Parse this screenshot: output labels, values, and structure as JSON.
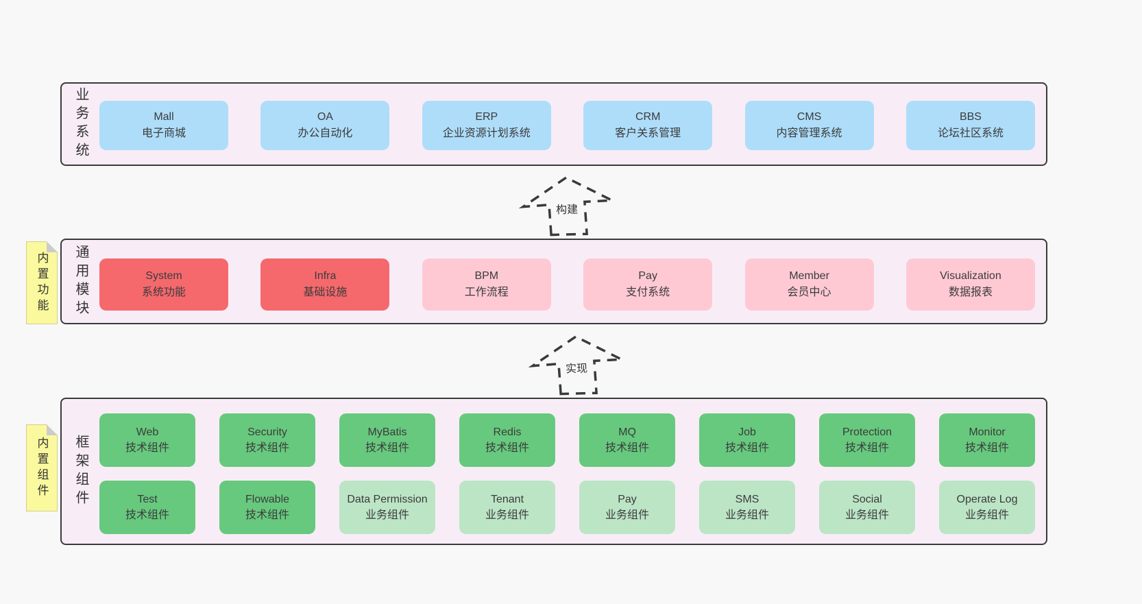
{
  "palette": {
    "page_bg": "#f8f8f8",
    "band_bg": "#f8edf6",
    "band_border": "#3a3a3a",
    "blue": "#aeddfa",
    "red": "#f5696d",
    "pink": "#ffc9d4",
    "green": "#67c97e",
    "light_green": "#bce5c6",
    "sticky_yellow": "#fbf99d",
    "text": "#3b3b3b"
  },
  "bands": [
    {
      "label": "业务系统",
      "boxes": [
        {
          "title": "Mall",
          "subtitle": "电子商城",
          "variant": "blue"
        },
        {
          "title": "OA",
          "subtitle": "办公自动化",
          "variant": "blue"
        },
        {
          "title": "ERP",
          "subtitle": "企业资源计划系统",
          "variant": "blue"
        },
        {
          "title": "CRM",
          "subtitle": "客户关系管理",
          "variant": "blue"
        },
        {
          "title": "CMS",
          "subtitle": "内容管理系统",
          "variant": "blue"
        },
        {
          "title": "BBS",
          "subtitle": "论坛社区系统",
          "variant": "blue"
        }
      ]
    },
    {
      "label": "通用模块",
      "sticky": "内置功能",
      "boxes": [
        {
          "title": "System",
          "subtitle": "系统功能",
          "variant": "red"
        },
        {
          "title": "Infra",
          "subtitle": "基础设施",
          "variant": "red"
        },
        {
          "title": "BPM",
          "subtitle": "工作流程",
          "variant": "pink"
        },
        {
          "title": "Pay",
          "subtitle": "支付系统",
          "variant": "pink"
        },
        {
          "title": "Member",
          "subtitle": "会员中心",
          "variant": "pink"
        },
        {
          "title": "Visualization",
          "subtitle": "数据报表",
          "variant": "pink"
        }
      ]
    },
    {
      "label": "框架组件",
      "sticky": "内置组件",
      "rows": [
        [
          {
            "title": "Web",
            "subtitle": "技术组件",
            "variant": "green"
          },
          {
            "title": "Security",
            "subtitle": "技术组件",
            "variant": "green"
          },
          {
            "title": "MyBatis",
            "subtitle": "技术组件",
            "variant": "green"
          },
          {
            "title": "Redis",
            "subtitle": "技术组件",
            "variant": "green"
          },
          {
            "title": "MQ",
            "subtitle": "技术组件",
            "variant": "green"
          },
          {
            "title": "Job",
            "subtitle": "技术组件",
            "variant": "green"
          },
          {
            "title": "Protection",
            "subtitle": "技术组件",
            "variant": "green"
          },
          {
            "title": "Monitor",
            "subtitle": "技术组件",
            "variant": "green"
          }
        ],
        [
          {
            "title": "Test",
            "subtitle": "技术组件",
            "variant": "green"
          },
          {
            "title": "Flowable",
            "subtitle": "技术组件",
            "variant": "green"
          },
          {
            "title": "Data Permission",
            "subtitle": "业务组件",
            "variant": "light_green"
          },
          {
            "title": "Tenant",
            "subtitle": "业务组件",
            "variant": "light_green"
          },
          {
            "title": "Pay",
            "subtitle": "业务组件",
            "variant": "light_green"
          },
          {
            "title": "SMS",
            "subtitle": "业务组件",
            "variant": "light_green"
          },
          {
            "title": "Social",
            "subtitle": "业务组件",
            "variant": "light_green"
          },
          {
            "title": "Operate Log",
            "subtitle": "业务组件",
            "variant": "light_green"
          }
        ]
      ]
    }
  ],
  "arrows": [
    {
      "label": "构建"
    },
    {
      "label": "实现"
    }
  ]
}
